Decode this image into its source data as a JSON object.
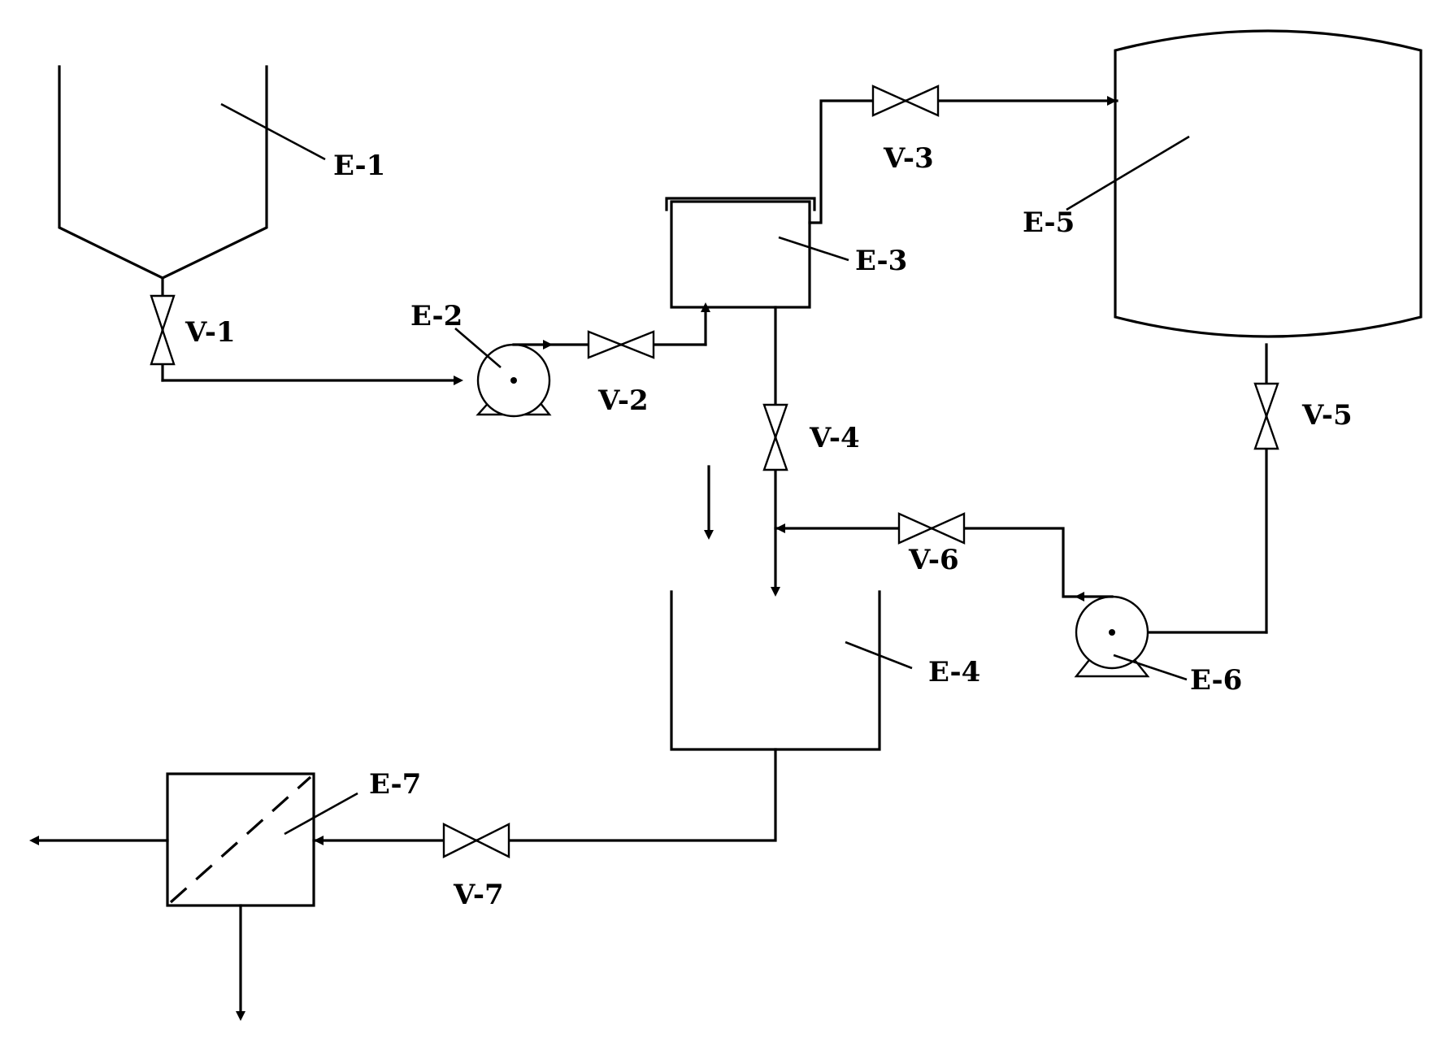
{
  "equipment": {
    "e1": "E-1",
    "e2": "E-2",
    "e3": "E-3",
    "e4": "E-4",
    "e5": "E-5",
    "e6": "E-6",
    "e7": "E-7"
  },
  "valves": {
    "v1": "V-1",
    "v2": "V-2",
    "v3": "V-3",
    "v4": "V-4",
    "v5": "V-5",
    "v6": "V-6",
    "v7": "V-7"
  },
  "colors": {
    "line": "#000000",
    "background": "#ffffff"
  }
}
